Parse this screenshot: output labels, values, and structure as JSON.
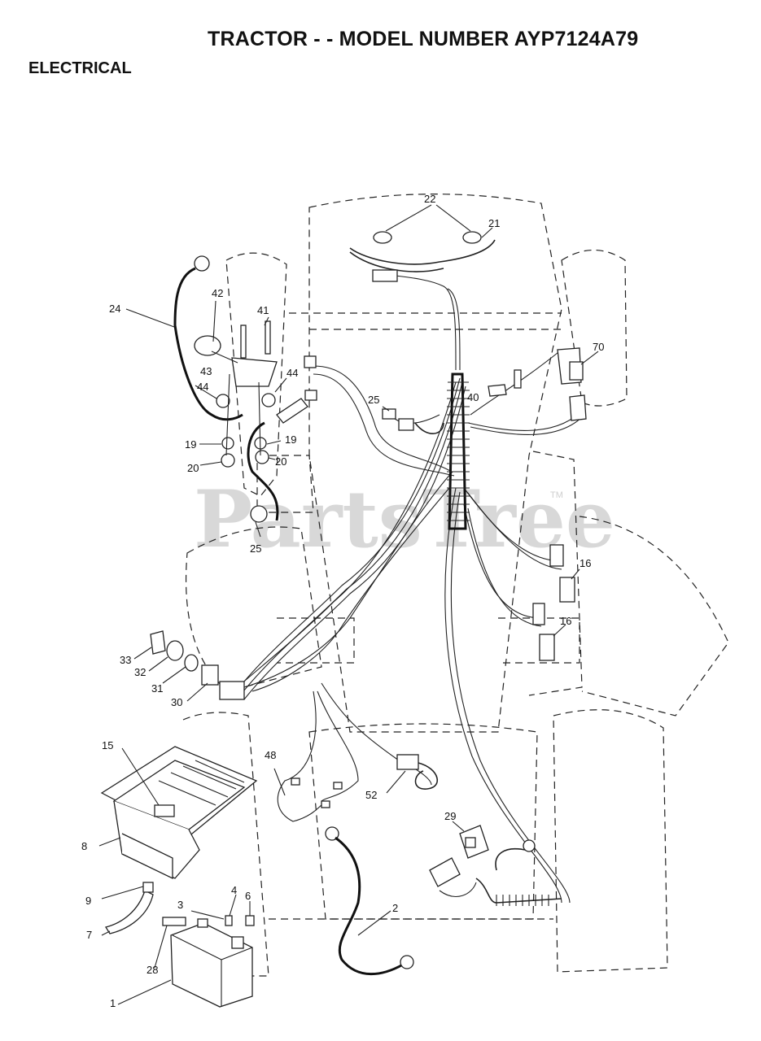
{
  "header": {
    "title": "TRACTOR - - MODEL NUMBER AYP7124A79",
    "section": "ELECTRICAL"
  },
  "watermark": {
    "text": "PartsTree",
    "trademark": "TM"
  },
  "callouts": [
    "22",
    "21",
    "24",
    "42",
    "41",
    "70",
    "43",
    "44",
    "44",
    "25",
    "40",
    "19",
    "19",
    "20",
    "20",
    "25",
    "16",
    "16",
    "33",
    "32",
    "31",
    "30",
    "15",
    "48",
    "52",
    "8",
    "29",
    "9",
    "4",
    "6",
    "3",
    "7",
    "2",
    "28",
    "1"
  ]
}
